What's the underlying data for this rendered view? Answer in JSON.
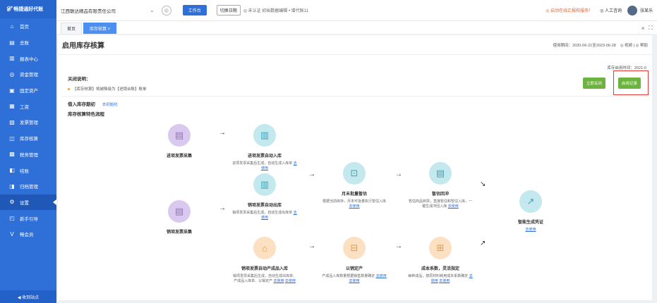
{
  "sidebar": {
    "logo": "畅捷通好代账",
    "items": [
      {
        "icon": "⌂",
        "label": "首页"
      },
      {
        "icon": "▤",
        "label": "总账"
      },
      {
        "icon": "▥",
        "label": "报表中心"
      },
      {
        "icon": "◎",
        "label": "资金管理"
      },
      {
        "icon": "▣",
        "label": "固定资产"
      },
      {
        "icon": "▦",
        "label": "工资"
      },
      {
        "icon": "▧",
        "label": "发票管理"
      },
      {
        "icon": "◫",
        "label": "库存核算"
      },
      {
        "icon": "▩",
        "label": "税务管理"
      },
      {
        "icon": "◧",
        "label": "结账"
      },
      {
        "icon": "◨",
        "label": "归档管理"
      },
      {
        "icon": "⚙",
        "label": "设置",
        "active": true
      },
      {
        "icon": "◰",
        "label": "新手引导"
      },
      {
        "icon": "V",
        "label": "畅会员"
      }
    ],
    "bottom": "◀ 收到站点"
  },
  "topbar": {
    "company": "江西联达精品有限责任公司",
    "workbench": "工作台",
    "switch": "切换日期",
    "info": "◎ 未认证  初始数据编辑 • 增代账11",
    "notice": "◎ 启动在线汇报和服务！",
    "service": "◎ 人工咨询",
    "user": "张某乐"
  },
  "tabs": [
    {
      "label": "首页",
      "active": false
    },
    {
      "label": "库存核算 ×",
      "active": true
    }
  ],
  "tab_controls": {
    "close": "×",
    "expand": "⛶"
  },
  "page": {
    "title": "启用库存核算",
    "period": "使用期间：2020-06-21至2023-06-28",
    "actions": "◎ 视频  |  ◎ 帮助",
    "enable_date": "库存启用时间：2021-0",
    "note_title": "关闭说明：",
    "note_line": "【库存核算】将被降级为【进销台账】账单",
    "btn_close": "立即关闭",
    "btn_record": "启用记录",
    "period_label": "借入库存期初",
    "period_link": "去初始化",
    "flow_title": "库存核算特色流程"
  },
  "flow": {
    "n1": {
      "name": "进项发票采集",
      "icon": "▤"
    },
    "n2": {
      "name": "进项发票自动入库",
      "desc": "进项发票采集后生成，自动生成入库单",
      "link": "去使用",
      "icon": "▥"
    },
    "n3": {
      "name": "销项发票自动出库",
      "desc": "销项发票采集后生成，自动生成出库单",
      "link": "去使用",
      "icon": "▥"
    },
    "n4": {
      "name": "销项发票采集",
      "icon": "▤"
    },
    "n5": {
      "name": "月末批量暂估",
      "desc": "根据当前库存，月末可批量执行暂估入库",
      "link": "去使用",
      "icon": "⊡"
    },
    "n6": {
      "name": "暂估回冲",
      "desc": "暂估商品到票，直接暂估和暂估入库，一键生成冲回入库",
      "link": "去使用",
      "icon": "▤"
    },
    "n7": {
      "name": "智能生成凭证",
      "link": "去使用",
      "icon": "↗"
    },
    "n8": {
      "name": "销项发票自动产成品入库",
      "desc": "销项发票采集后生成，自动生成出库单、产成品入库单、以销定产",
      "link": "去使用",
      "link2": "去使用",
      "icon": "⌂"
    },
    "n9": {
      "name": "以销定产",
      "desc": "产成品入库数量根据销售数量确定",
      "link": "去使用",
      "link2": "去使用",
      "icon": "⊟"
    },
    "n10": {
      "name": "成本系数，灵活指定",
      "desc": "每种成品，按原材料耗用成本系数确定",
      "link": "去使用",
      "link2": "去使用",
      "icon": "⊞"
    }
  }
}
